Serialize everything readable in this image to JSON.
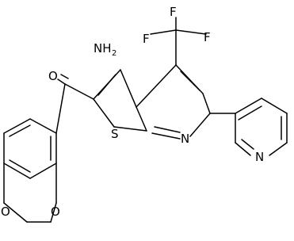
{
  "labels": {
    "nh2_n": "NH",
    "nh2_sub": "2",
    "f_top": "F",
    "f_left": "F",
    "f_right": "F",
    "o_carbonyl": "O",
    "s_ring": "S",
    "n_pyridine_fused": "N",
    "n_pyridyl": "N",
    "o_dioxane_left": "O",
    "o_dioxane_right": "O"
  }
}
